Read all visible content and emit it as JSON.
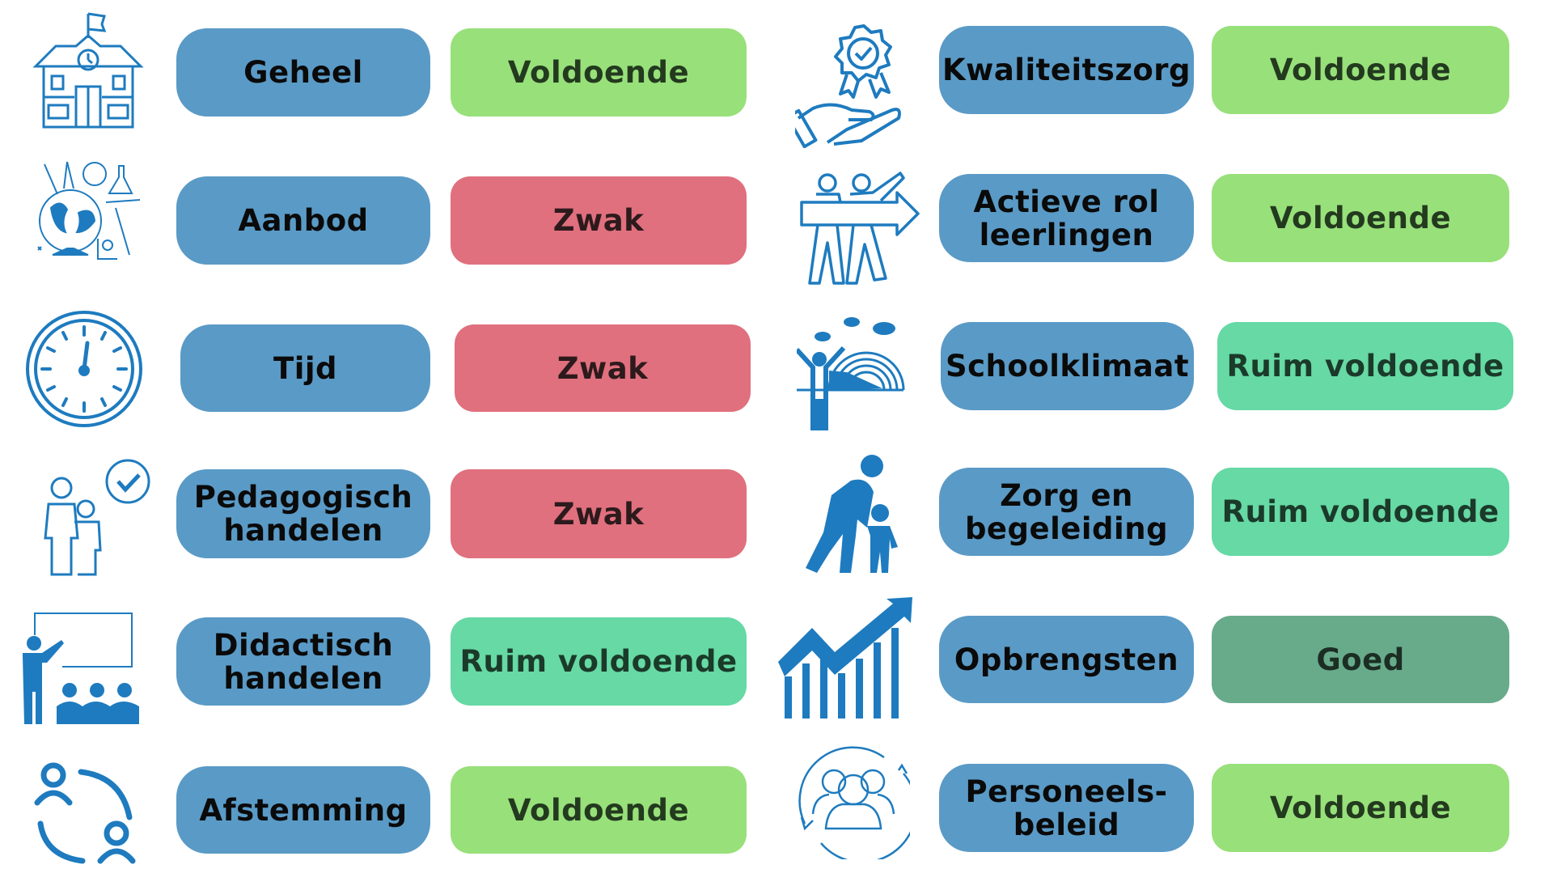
{
  "colors": {
    "label_bg": "#5A9AC6",
    "icon": "#1E7BBF",
    "voldoende": "#98E07A",
    "zwak": "#E0707E",
    "ruim_voldoende": "#66D9A4",
    "goed": "#68AB8B"
  },
  "left": [
    {
      "icon": "school-building-icon",
      "label": "Geheel",
      "rating": "Voldoende"
    },
    {
      "icon": "globe-education-icon",
      "label": "Aanbod",
      "rating": "Zwak"
    },
    {
      "icon": "clock-icon",
      "label": "Tijd",
      "rating": "Zwak"
    },
    {
      "icon": "people-checkmark-icon",
      "label": "Pedagogisch handelen",
      "rating": "Zwak"
    },
    {
      "icon": "teacher-whiteboard-icon",
      "label": "Didactisch handelen",
      "rating": "Ruim voldoende"
    },
    {
      "icon": "people-exchange-icon",
      "label": "Afstemming",
      "rating": "Voldoende"
    }
  ],
  "right": [
    {
      "icon": "award-hand-icon",
      "label": "Kwaliteitszorg",
      "rating": "Voldoende"
    },
    {
      "icon": "people-arrow-icon",
      "label": "Actieve rol leerlingen",
      "rating": "Voldoende"
    },
    {
      "icon": "rainbow-person-icon",
      "label": "Schoolklimaat",
      "rating": "Ruim voldoende"
    },
    {
      "icon": "adult-child-icon",
      "label": "Zorg en begeleiding",
      "rating": "Ruim voldoende"
    },
    {
      "icon": "growth-chart-icon",
      "label": "Opbrengsten",
      "rating": "Goed"
    },
    {
      "icon": "team-cycle-icon",
      "label": "Personeels-beleid",
      "rating": "Voldoende"
    }
  ]
}
